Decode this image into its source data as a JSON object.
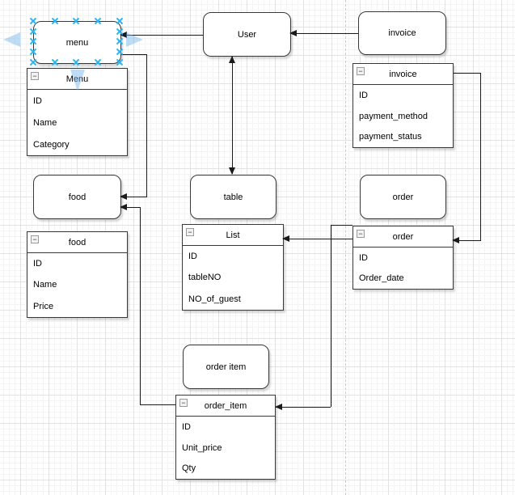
{
  "nodes": [
    {
      "label": "menu"
    },
    {
      "label": "User"
    },
    {
      "label": "invoice"
    },
    {
      "label": "food"
    },
    {
      "label": "table"
    },
    {
      "label": "order"
    },
    {
      "label": "order item"
    }
  ],
  "tables": [
    {
      "title": "Menu",
      "rows": [
        "ID",
        "Name",
        "Category"
      ]
    },
    {
      "title": "invoice",
      "rows": [
        "ID",
        "payment_method",
        "payment_status"
      ]
    },
    {
      "title": "food",
      "rows": [
        "ID",
        "Name",
        "Price"
      ]
    },
    {
      "title": "List",
      "rows": [
        "ID",
        "tableNO",
        "NO_of_guest"
      ]
    },
    {
      "title": "order",
      "rows": [
        "ID",
        "Order_date"
      ]
    },
    {
      "title": "order_item",
      "rows": [
        "ID",
        "Unit_price",
        "Qty"
      ]
    }
  ],
  "ui": {
    "collapse_glyph": "−"
  },
  "colors": {
    "shape_fill": "#ffffff",
    "shape_border": "#383838",
    "edge": "#1a1a1a",
    "connection_point": "#29b6f2",
    "direction_arrow": "#6fb3e8",
    "grid_minor": "#f4f4f4",
    "grid_major": "#e2e2e2",
    "page_divider": "#c9c9c9"
  }
}
